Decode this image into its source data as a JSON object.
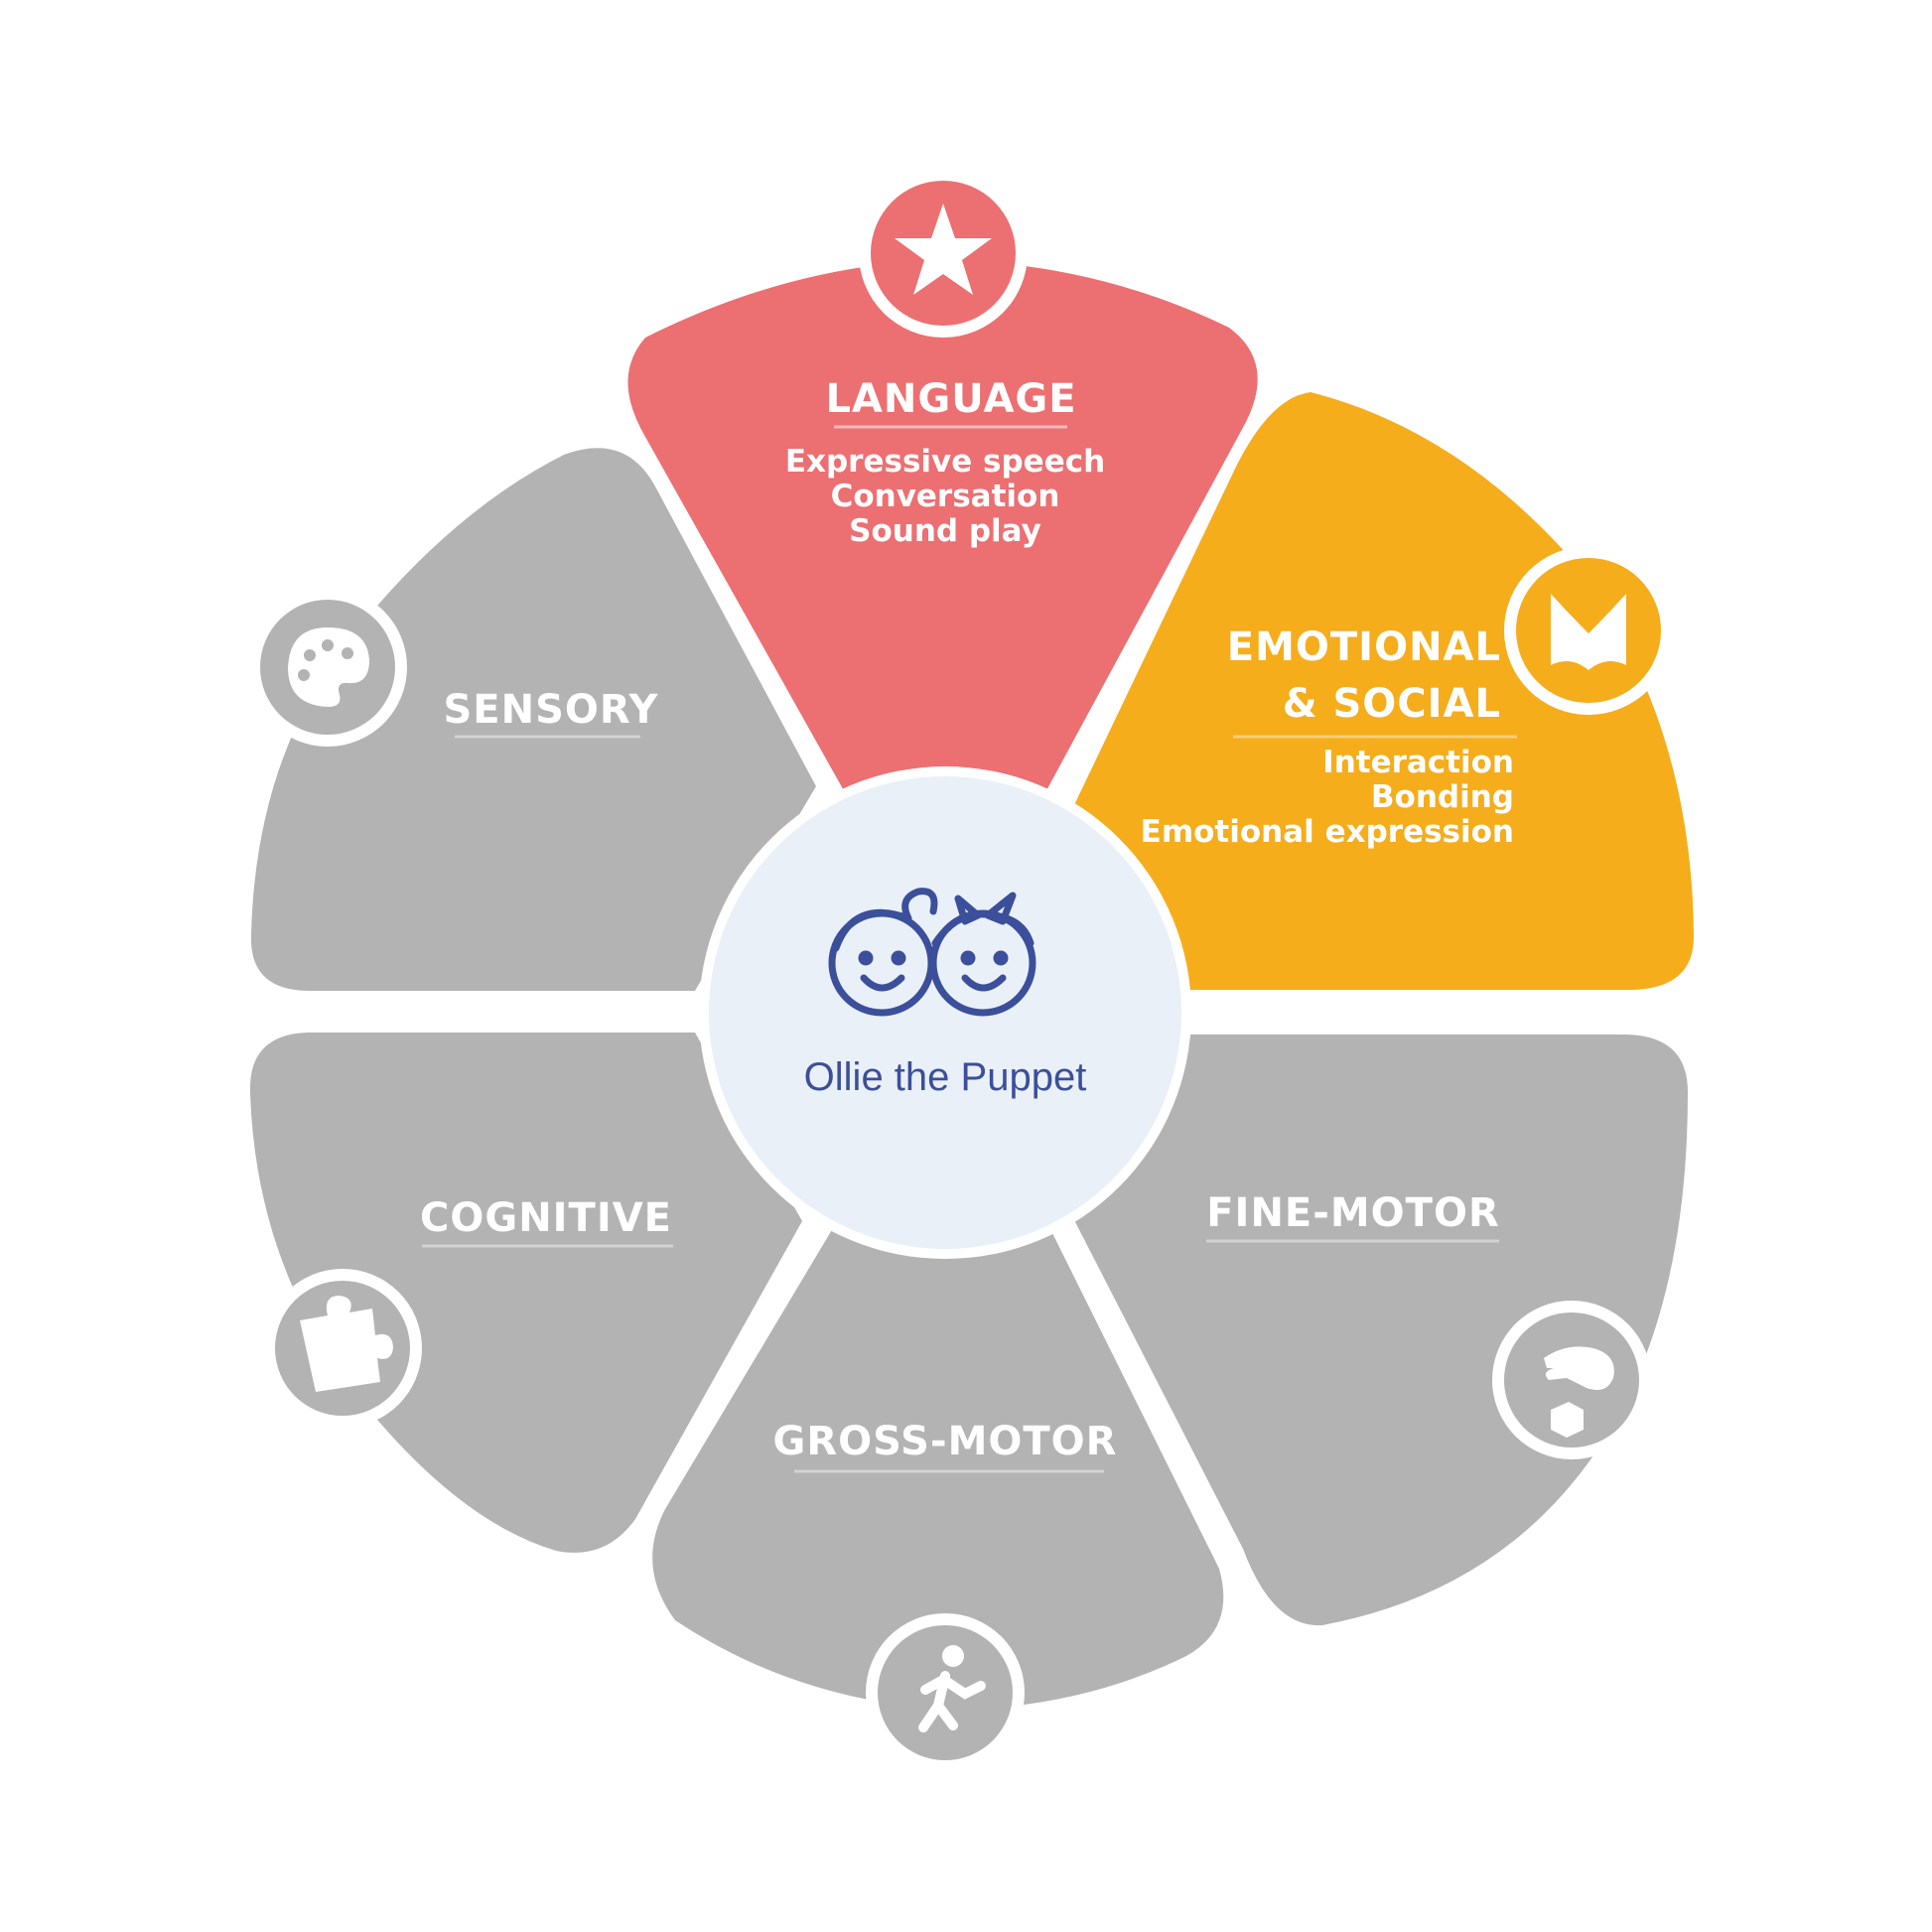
{
  "center": {
    "label": "Ollie the Puppet",
    "icon": "two-children-faces-icon",
    "color": "#3b4f9a",
    "fill": "#eaf0f8"
  },
  "colors": {
    "gray": "#b3b3b3",
    "gray_text": "#ffffff",
    "language": "#ec6f72",
    "emotional": "#f5ad1c"
  },
  "segments": {
    "language": {
      "title": "LANGUAGE",
      "items": [
        "Expressive speech",
        "Conversation",
        "Sound play"
      ],
      "icon": "star-icon"
    },
    "emotional": {
      "title_lines": [
        "EMOTIONAL",
        "& SOCIAL"
      ],
      "items": [
        "Interaction",
        "Bonding",
        "Emotional expression"
      ],
      "icon": "open-book-icon"
    },
    "sensory": {
      "title": "SENSORY",
      "icon": "paint-palette-icon"
    },
    "cognitive": {
      "title": "COGNITIVE",
      "icon": "puzzle-piece-icon"
    },
    "gross_motor": {
      "title": "GROSS-MOTOR",
      "icon": "running-person-icon"
    },
    "fine_motor": {
      "title": "FINE-MOTOR",
      "icon": "hand-holding-block-icon"
    }
  }
}
